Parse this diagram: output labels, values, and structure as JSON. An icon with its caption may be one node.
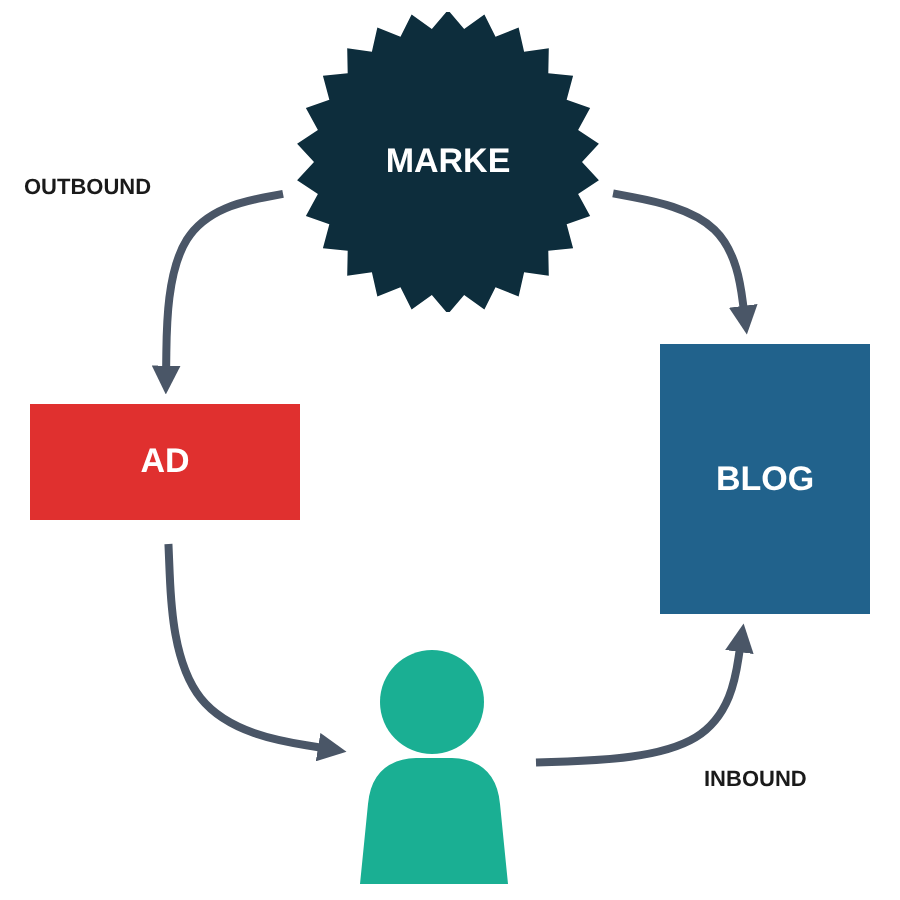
{
  "diagram": {
    "nodes": [
      {
        "text": [
          "MARKE"
        ]
      },
      {
        "text": [
          "AD"
        ]
      },
      {
        "text": [
          "BLOG"
        ]
      },
      {
        "text": [],
        "shape": "person"
      }
    ],
    "edges": [
      {
        "from": 0,
        "to": 1,
        "arrow": "to"
      },
      {
        "from": 0,
        "to": 2,
        "arrow": "to"
      },
      {
        "from": 1,
        "to": 3,
        "arrow": "to"
      },
      {
        "from": 3,
        "to": 2,
        "arrow": "to"
      }
    ],
    "labels": [
      "OUTBOUND",
      "INBOUND"
    ]
  }
}
